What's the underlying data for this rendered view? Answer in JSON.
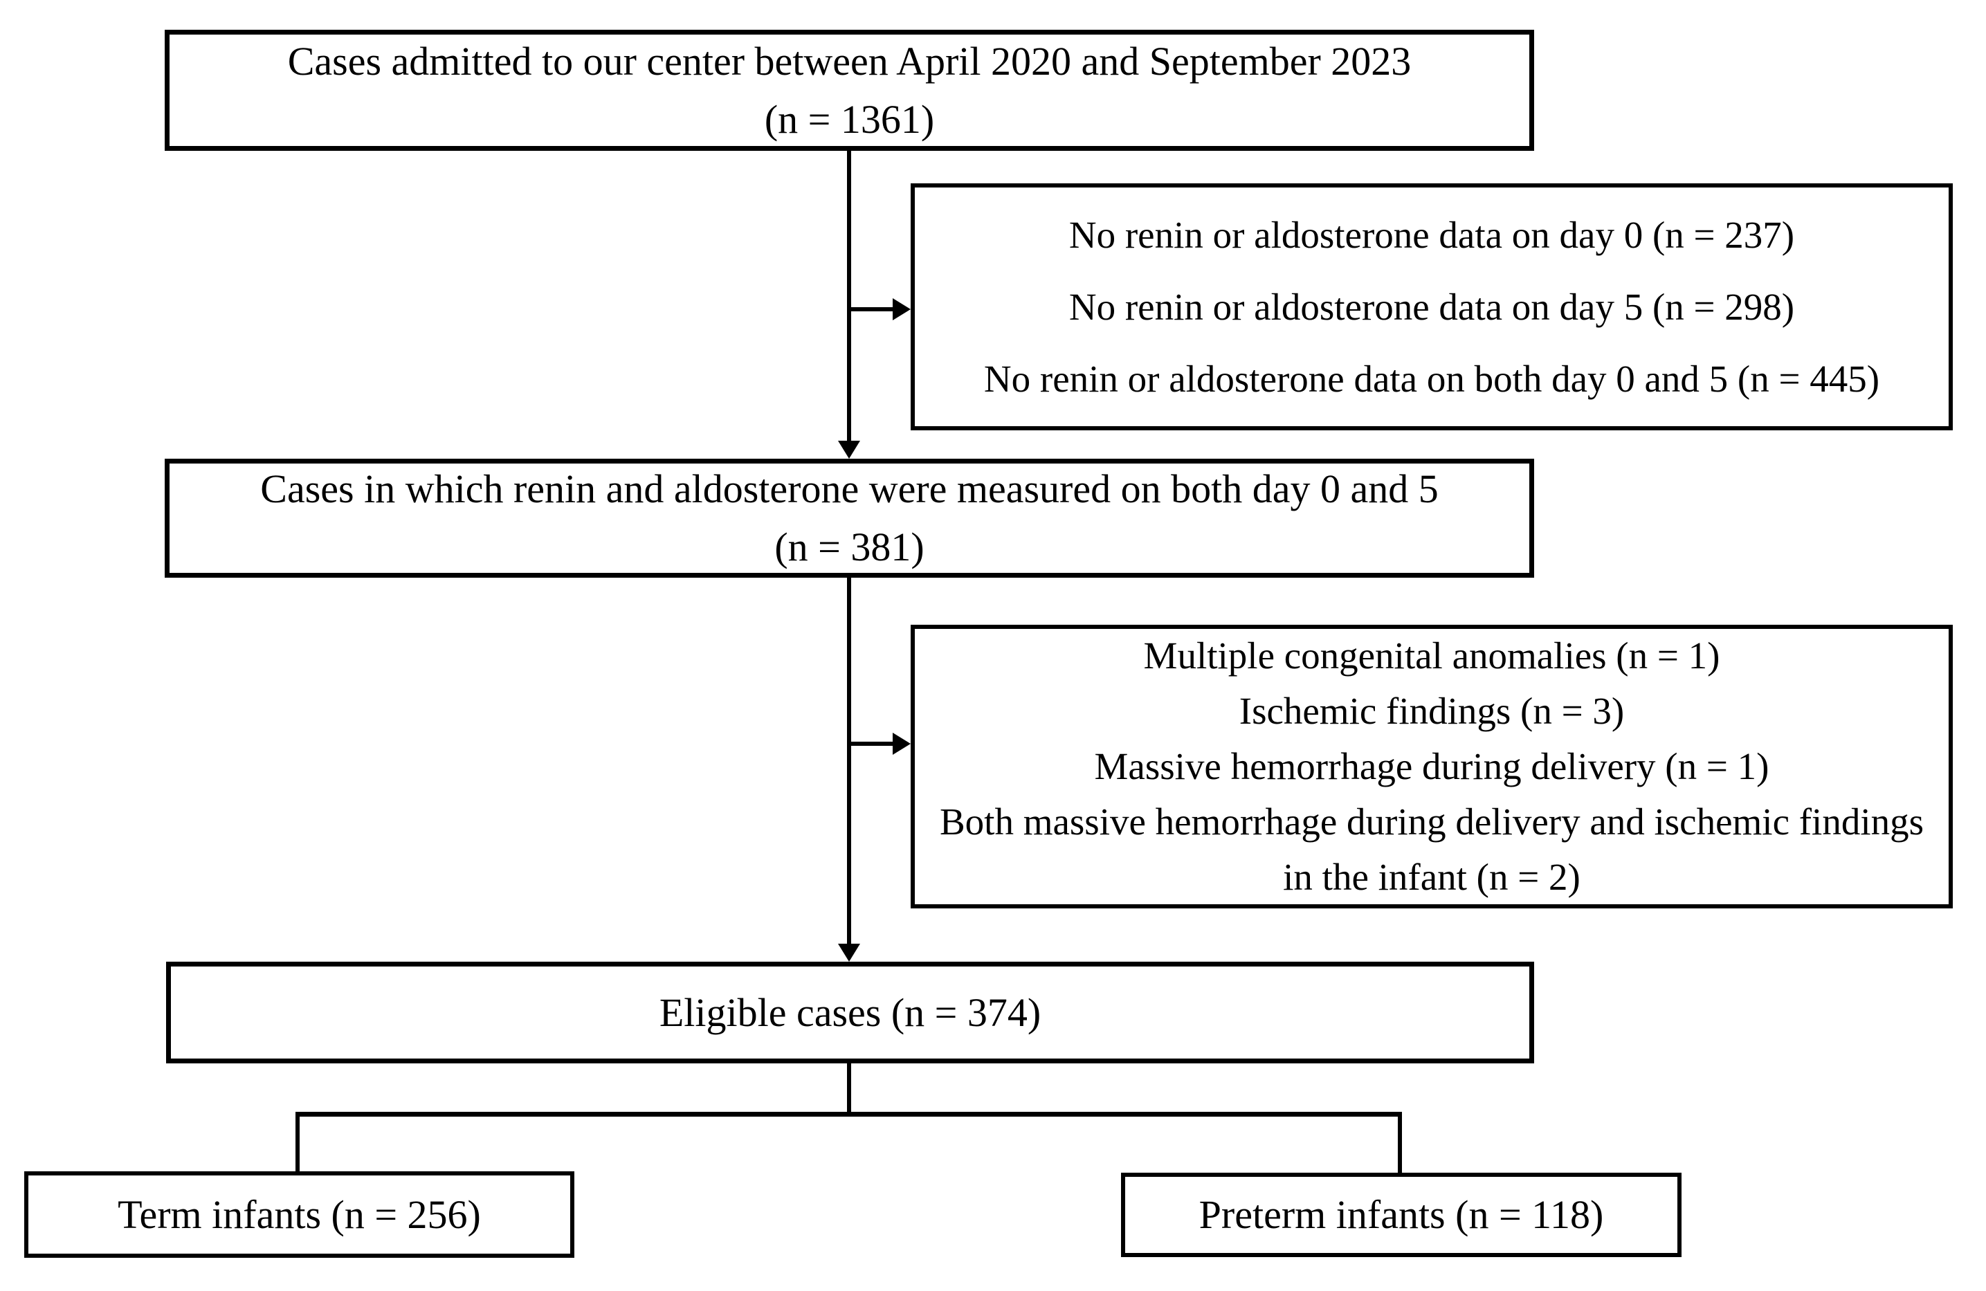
{
  "figure": {
    "background_color": "#ffffff",
    "border_color": "#000000",
    "text_color": "#000000",
    "type": "study-flowchart"
  },
  "flow": {
    "admitted": {
      "line1": "Cases admitted to our center between April 2020 and September 2023",
      "line2": "(n = 1361)"
    },
    "exclusion1": {
      "lines": [
        "No renin or aldosterone data on day 0 (n = 237)",
        "No renin or aldosterone data on day 5 (n = 298)",
        "No renin or aldosterone data on both day 0 and 5 (n = 445)"
      ]
    },
    "measured": {
      "line1": "Cases in which renin and aldosterone were measured on both day 0 and 5",
      "line2": "(n = 381)"
    },
    "exclusion2": {
      "lines": [
        "Multiple congenital anomalies (n = 1)",
        "Ischemic findings (n = 3)",
        "Massive hemorrhage during delivery (n = 1)",
        "Both massive hemorrhage during delivery and ischemic findings in the infant (n = 2)"
      ]
    },
    "eligible": {
      "label": "Eligible cases (n = 374)"
    },
    "term": {
      "label": "Term infants (n = 256)"
    },
    "preterm": {
      "label": "Preterm infants (n = 118)"
    }
  }
}
